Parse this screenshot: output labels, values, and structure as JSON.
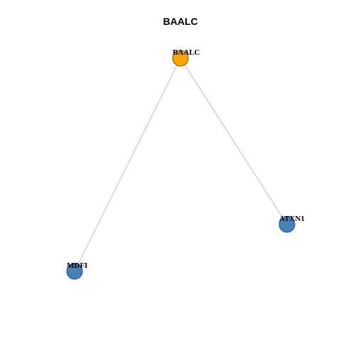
{
  "title": "BAALC",
  "graph": {
    "nodes": [
      {
        "id": "BAALC",
        "label": "BAALC",
        "role": "center",
        "color": "#FFA500",
        "border": "#7a5a00"
      },
      {
        "id": "MDFI",
        "label": "MDFI",
        "role": "neighbor",
        "color": "#4682B4",
        "border": "#1f3faa"
      },
      {
        "id": "ATXN1",
        "label": "ATXN1",
        "role": "neighbor",
        "color": "#4682B4",
        "border": "#1f3faa"
      }
    ],
    "edges": [
      {
        "source": "BAALC",
        "target": "MDFI"
      },
      {
        "source": "BAALC",
        "target": "ATXN1"
      }
    ],
    "edge_color": "#bdbdbd"
  }
}
